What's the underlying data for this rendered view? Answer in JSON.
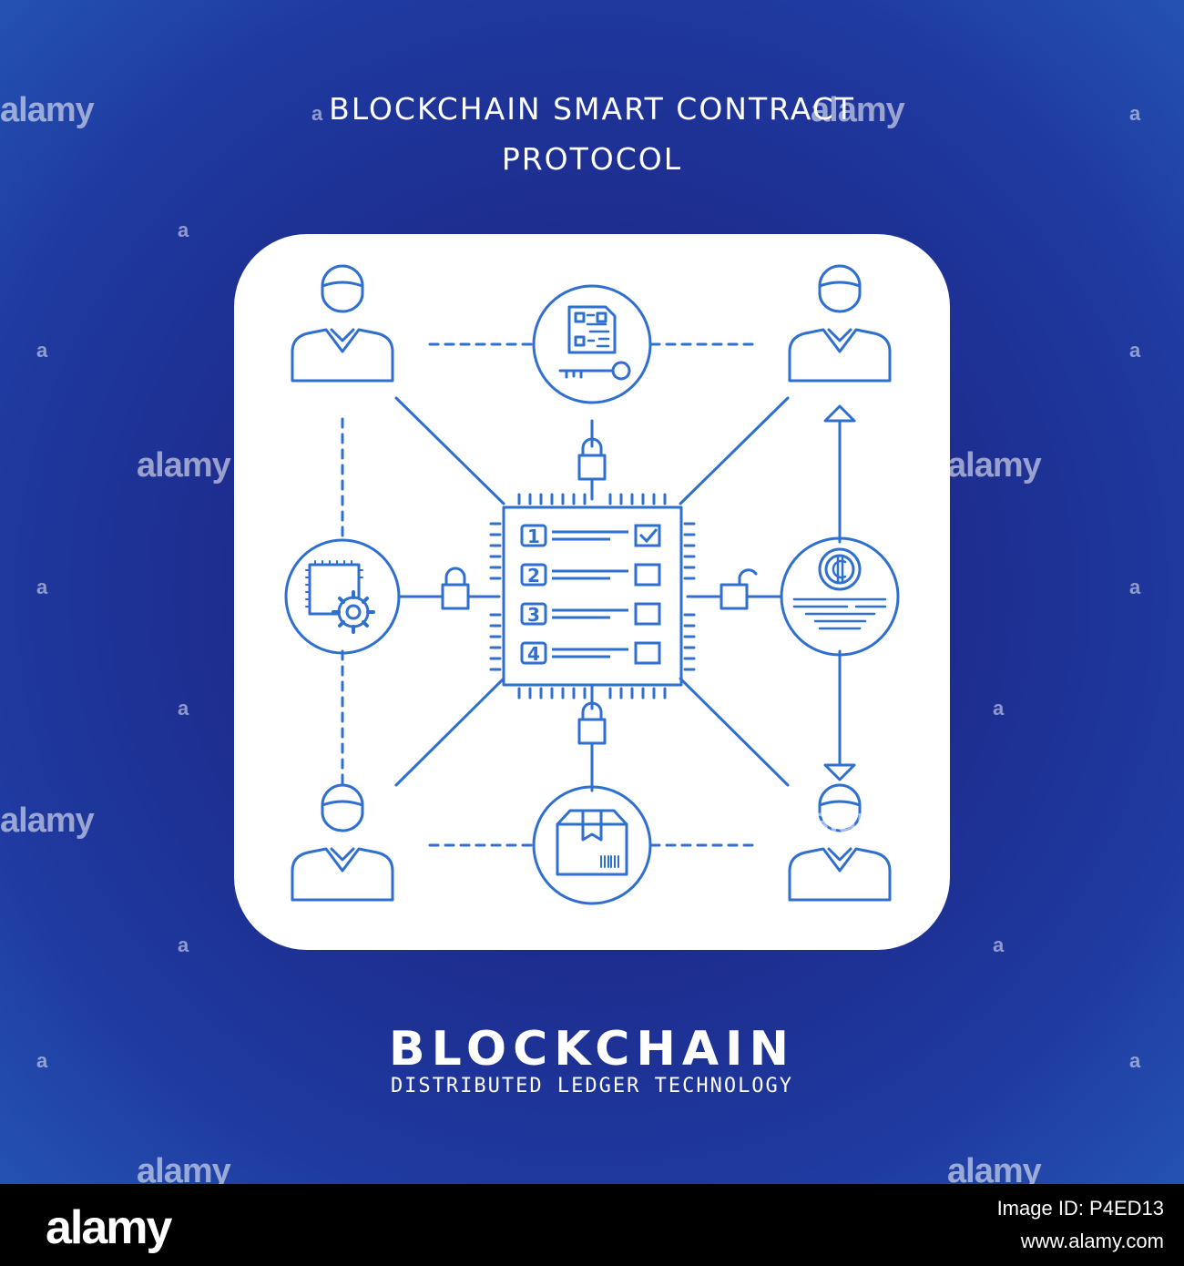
{
  "header": {
    "title_line1": "BLOCKCHAIN SMART CONTRACT",
    "title_line2": "PROTOCOL"
  },
  "contract": {
    "numbers": [
      "1",
      "2",
      "3",
      "4"
    ],
    "checked": [
      true,
      false,
      false,
      false
    ]
  },
  "icons": {
    "users": [
      "user-icon",
      "user-icon",
      "user-icon",
      "user-icon"
    ],
    "nodes": [
      "qr-document-key-icon",
      "chip-gear-icon",
      "crypto-coin-icon",
      "package-box-icon"
    ],
    "center": "smart-contract-chip-icon",
    "locks": [
      "lock-icon",
      "lock-icon",
      "unlock-icon",
      "lock-icon"
    ]
  },
  "branding": {
    "title": "BLOCKCHAIN",
    "subtitle": "DISTRIBUTED LEDGER TECHNOLOGY"
  },
  "watermark": {
    "text": "alamy",
    "letter": "a"
  },
  "footer": {
    "logo": "alamy",
    "image_id": "Image ID: P4ED13",
    "url": "www.alamy.com"
  },
  "colors": {
    "background": "#1d2b8d",
    "card": "#ffffff",
    "line": "#2f6fd0",
    "text": "#ffffff",
    "footer": "#000000"
  }
}
